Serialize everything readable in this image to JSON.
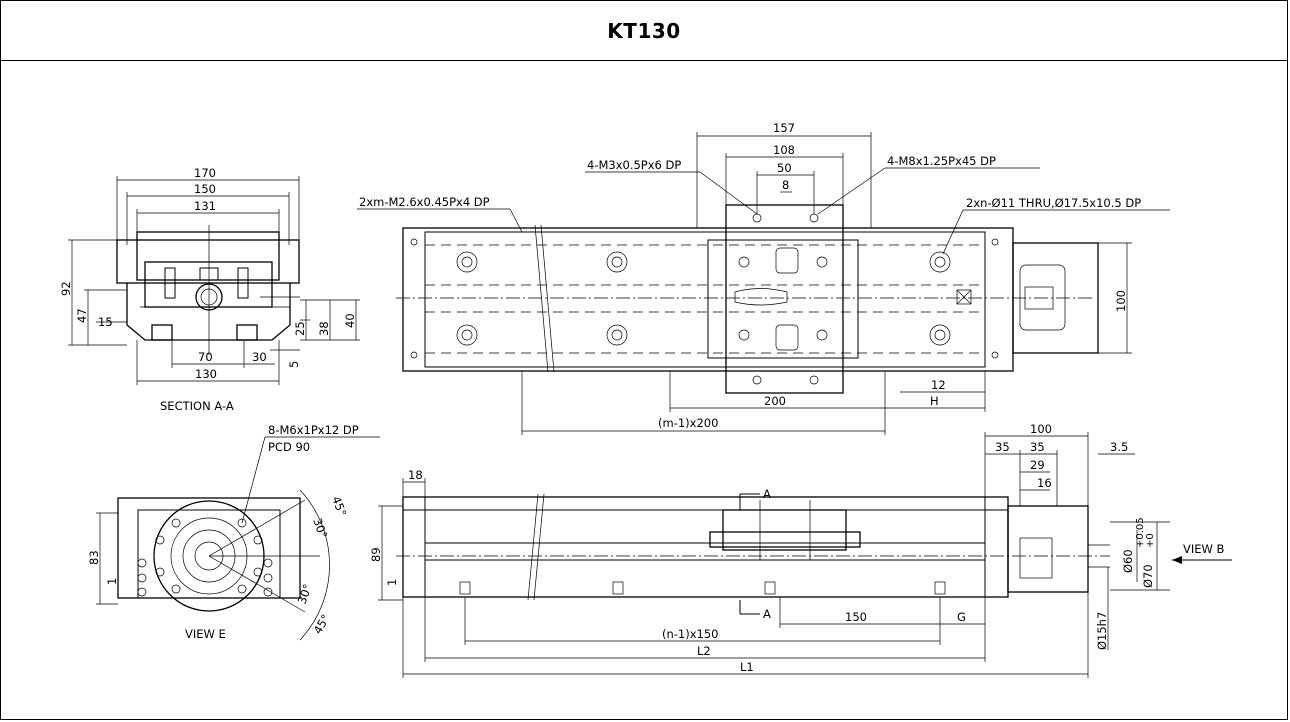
{
  "title": "KT130",
  "labels": {
    "section_aa": "SECTION A-A",
    "view_e": "VIEW E",
    "view_b": "VIEW B",
    "arrow_a_top": "A",
    "arrow_a_bottom": "A"
  },
  "callouts": {
    "m3": "4-M3x0.5Px6 DP",
    "m8": "4-M8x1.25Px45 DP",
    "m26": "2xm-M2.6x0.45Px4 DP",
    "thru": "2xn-Ø11 THRU,Ø17.5x10.5 DP",
    "m6": "8-M6x1Px12 DP",
    "pcd": "PCD 90"
  },
  "dims": {
    "d170": "170",
    "d150": "150",
    "d131": "131",
    "d92": "92",
    "d47": "47",
    "d15": "15",
    "d25": "25",
    "d38": "38",
    "d40": "40",
    "d5": "5",
    "d70": "70",
    "d30": "30",
    "d130": "130",
    "d157": "157",
    "d108": "108",
    "d50": "50",
    "d8": "8",
    "d100v": "100",
    "d12": "12",
    "dH": "H",
    "d200": "200",
    "dm200": "(m-1)x200",
    "d18": "18",
    "d89": "89",
    "d1b": "1",
    "d100h": "100",
    "d35a": "35",
    "d35b": "35",
    "d3_5": "3.5",
    "d29": "29",
    "d16": "16",
    "d60": "Ø60",
    "d70tol": "Ø70",
    "tol_up": "+0.05",
    "tol_dn": "+0",
    "d15h7": "Ø15h7",
    "d150b": "150",
    "dG": "G",
    "dn150": "(n-1)x150",
    "dL2": "L2",
    "dL1": "L1",
    "d83": "83",
    "d1e": "1",
    "a45a": "45°",
    "a30a": "30°",
    "a30b": "30°",
    "a45b": "45°"
  }
}
